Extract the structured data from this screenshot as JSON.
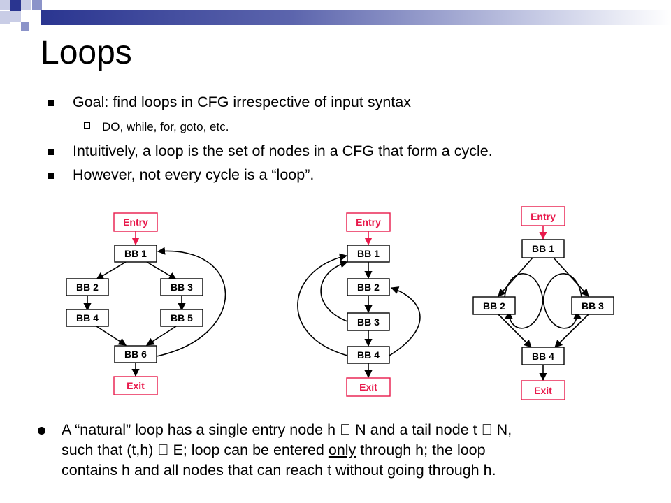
{
  "slide": {
    "title": "Loops",
    "bullets": [
      "Goal: find loops in CFG irrespective of input syntax",
      "Intuitively, a loop is the set of nodes in a CFG that form a cycle.",
      "However, not every cycle is a “loop”."
    ],
    "sub_bullet": "DO, while, for, goto, etc.",
    "bottom": {
      "line1": "A “natural” loop has a single entry node h  N and a tail node t  N,",
      "line2": "such that (t,h)  E; loop can be entered ",
      "line2_underlined": "only",
      "line2_rest": " through h; the loop",
      "line3": "contains h and all nodes that can reach t without going through h."
    }
  },
  "diagrams": [
    {
      "nodes": [
        {
          "id": "entry",
          "label": "Entry",
          "style": "red"
        },
        {
          "id": "bb1",
          "label": "BB 1"
        },
        {
          "id": "bb2",
          "label": "BB 2"
        },
        {
          "id": "bb3",
          "label": "BB 3"
        },
        {
          "id": "bb4",
          "label": "BB 4"
        },
        {
          "id": "bb5",
          "label": "BB 5"
        },
        {
          "id": "bb6",
          "label": "BB 6"
        },
        {
          "id": "exit",
          "label": "Exit",
          "style": "red"
        }
      ]
    },
    {
      "nodes": [
        {
          "id": "entry",
          "label": "Entry",
          "style": "red"
        },
        {
          "id": "bb1",
          "label": "BB 1"
        },
        {
          "id": "bb2",
          "label": "BB 2"
        },
        {
          "id": "bb3",
          "label": "BB 3"
        },
        {
          "id": "bb4",
          "label": "BB 4"
        },
        {
          "id": "exit",
          "label": "Exit",
          "style": "red"
        }
      ]
    },
    {
      "nodes": [
        {
          "id": "entry",
          "label": "Entry",
          "style": "red"
        },
        {
          "id": "bb1",
          "label": "BB 1"
        },
        {
          "id": "bb2",
          "label": "BB 2"
        },
        {
          "id": "bb3",
          "label": "BB 3"
        },
        {
          "id": "bb4",
          "label": "BB 4"
        },
        {
          "id": "exit",
          "label": "Exit",
          "style": "red"
        }
      ]
    }
  ],
  "colors": {
    "accent_red": "#e8194b",
    "deco_dark": "#2a3590",
    "deco_mid": "#8b93c9",
    "deco_light": "#c9cde6"
  }
}
